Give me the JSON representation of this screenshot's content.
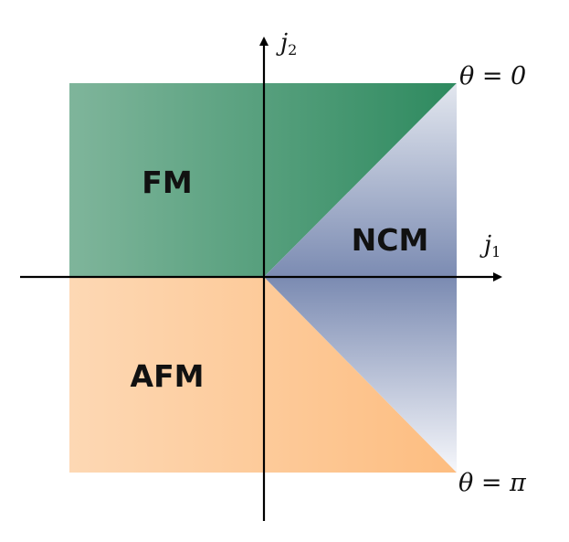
{
  "diagram": {
    "regions": {
      "fm": "FM",
      "afm": "AFM",
      "ncm": "NCM"
    },
    "axes": {
      "x_symbol": "j",
      "x_subscript": "1",
      "y_symbol": "j",
      "y_subscript": "2"
    },
    "angles": {
      "top": "θ = 0",
      "bottom": "θ = π"
    },
    "colors": {
      "fm_light": "#7fb59b",
      "fm_dark": "#2e8a5f",
      "afm_light": "#fdd6b0",
      "afm_dark": "#fdbf84",
      "ncm_mid": "#7b8bb2",
      "ncm_light": "#f4f5fa",
      "axis": "#000000"
    }
  }
}
